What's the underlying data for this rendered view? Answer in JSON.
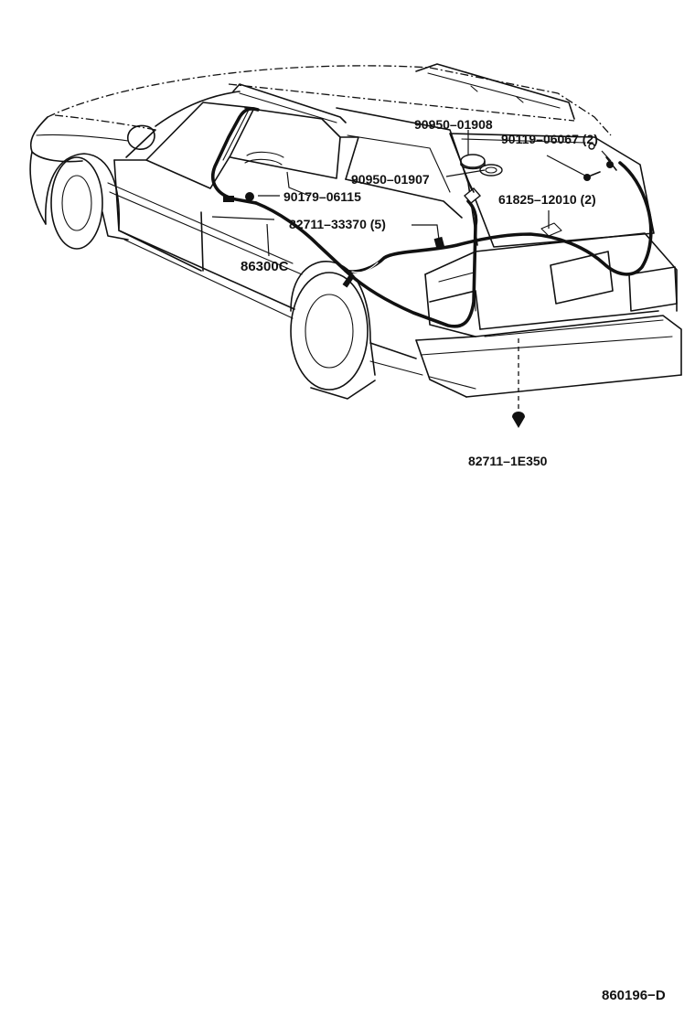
{
  "parts": {
    "p1": "90950–01908",
    "p2": "90119–06067 (2)",
    "p3": "90950–01907",
    "p4": "90179–06115",
    "p5": "61825–12010 (2)",
    "p6": "82711–33370 (5)",
    "p7": "86300C",
    "p8": "82711–1E350"
  },
  "diagram_code": "860196−D"
}
